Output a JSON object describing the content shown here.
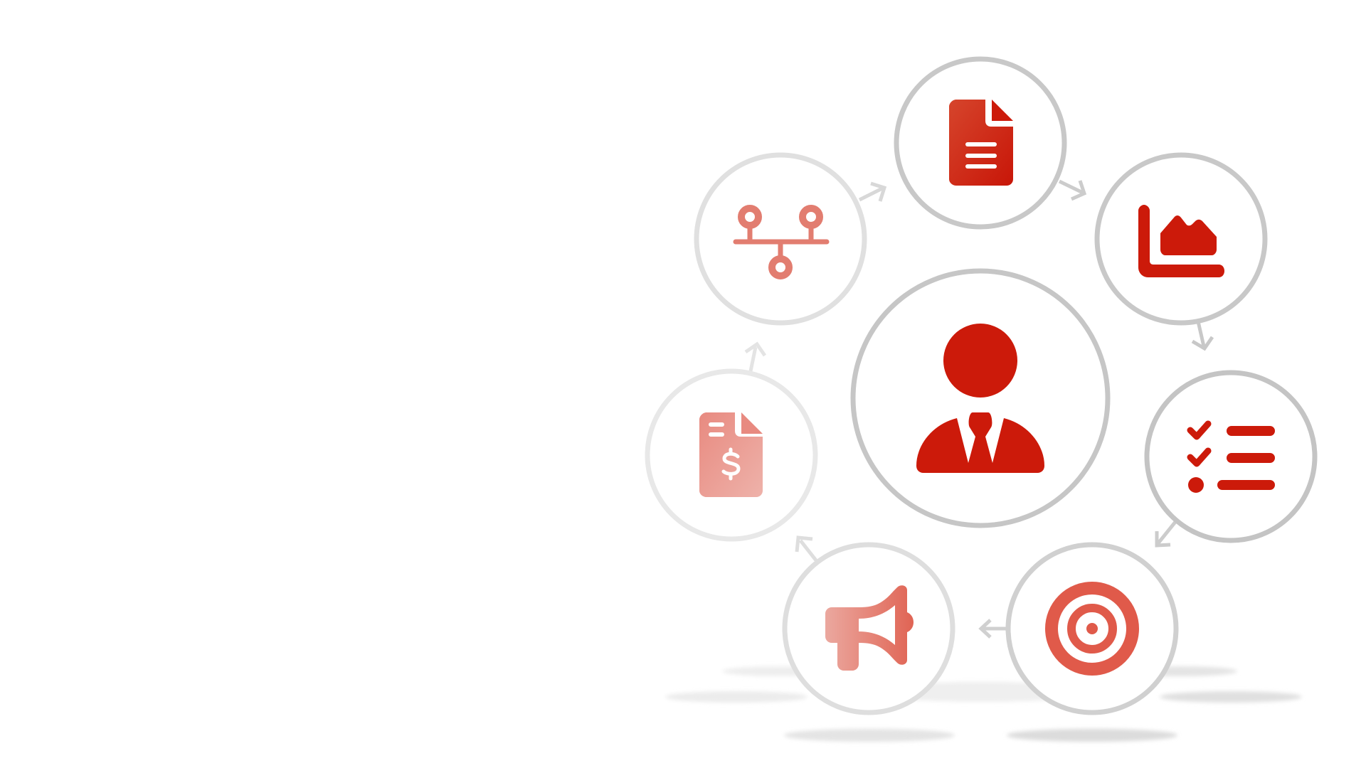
{
  "colors": {
    "accent": "#cc1a0a",
    "accent_light": "#e05a4a",
    "accent_pale": "#eaa59c",
    "ring_dark": "#c4c4c4",
    "ring_mid": "#d2d2d2",
    "ring_light": "#e6e6e6",
    "shadow": "#dcdcdc",
    "arrow": "#cfcfcf"
  },
  "diagram": {
    "center_node": {
      "icon": "person-icon"
    },
    "cycle_nodes": [
      {
        "id": "document",
        "icon": "document-icon"
      },
      {
        "id": "area-chart",
        "icon": "area-chart-icon"
      },
      {
        "id": "checklist",
        "icon": "checklist-icon"
      },
      {
        "id": "target",
        "icon": "target-icon"
      },
      {
        "id": "megaphone",
        "icon": "megaphone-icon"
      },
      {
        "id": "invoice",
        "icon": "invoice-icon"
      },
      {
        "id": "network",
        "icon": "network-icon"
      }
    ],
    "flow": [
      {
        "from": "network",
        "to": "document"
      },
      {
        "from": "document",
        "to": "area-chart"
      },
      {
        "from": "area-chart",
        "to": "checklist"
      },
      {
        "from": "checklist",
        "to": "target"
      },
      {
        "from": "target",
        "to": "megaphone"
      },
      {
        "from": "megaphone",
        "to": "invoice"
      },
      {
        "from": "invoice",
        "to": "network"
      }
    ]
  }
}
